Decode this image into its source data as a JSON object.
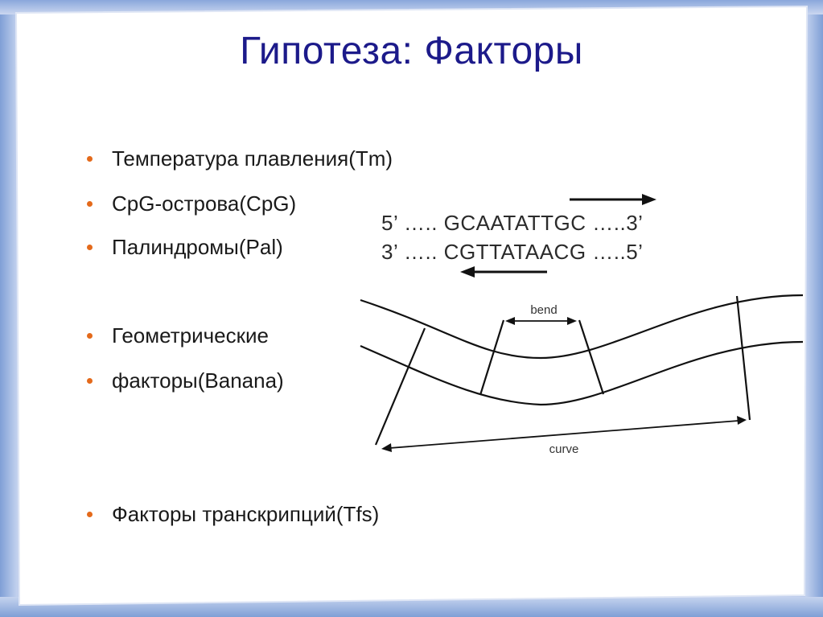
{
  "slide": {
    "title": "Гипотеза: Факторы",
    "bullets": [
      "Температура плавления(Tm)",
      "CpG-острова(CpG)",
      "Палиндромы(Pal)",
      "Геометрические",
      "факторы(Banana)",
      "Факторы транскрипций(Tfs)"
    ],
    "bullet_color": "#e46a1b",
    "title_color": "#1c1a8a"
  },
  "palindrome": {
    "top_strand": "5’ ….. GCAATATTGC …..3’",
    "bottom_strand": "3’ ….. CGTTATAACG …..5’"
  },
  "diagram": {
    "bend_label": "bend",
    "curve_label": "curve"
  }
}
